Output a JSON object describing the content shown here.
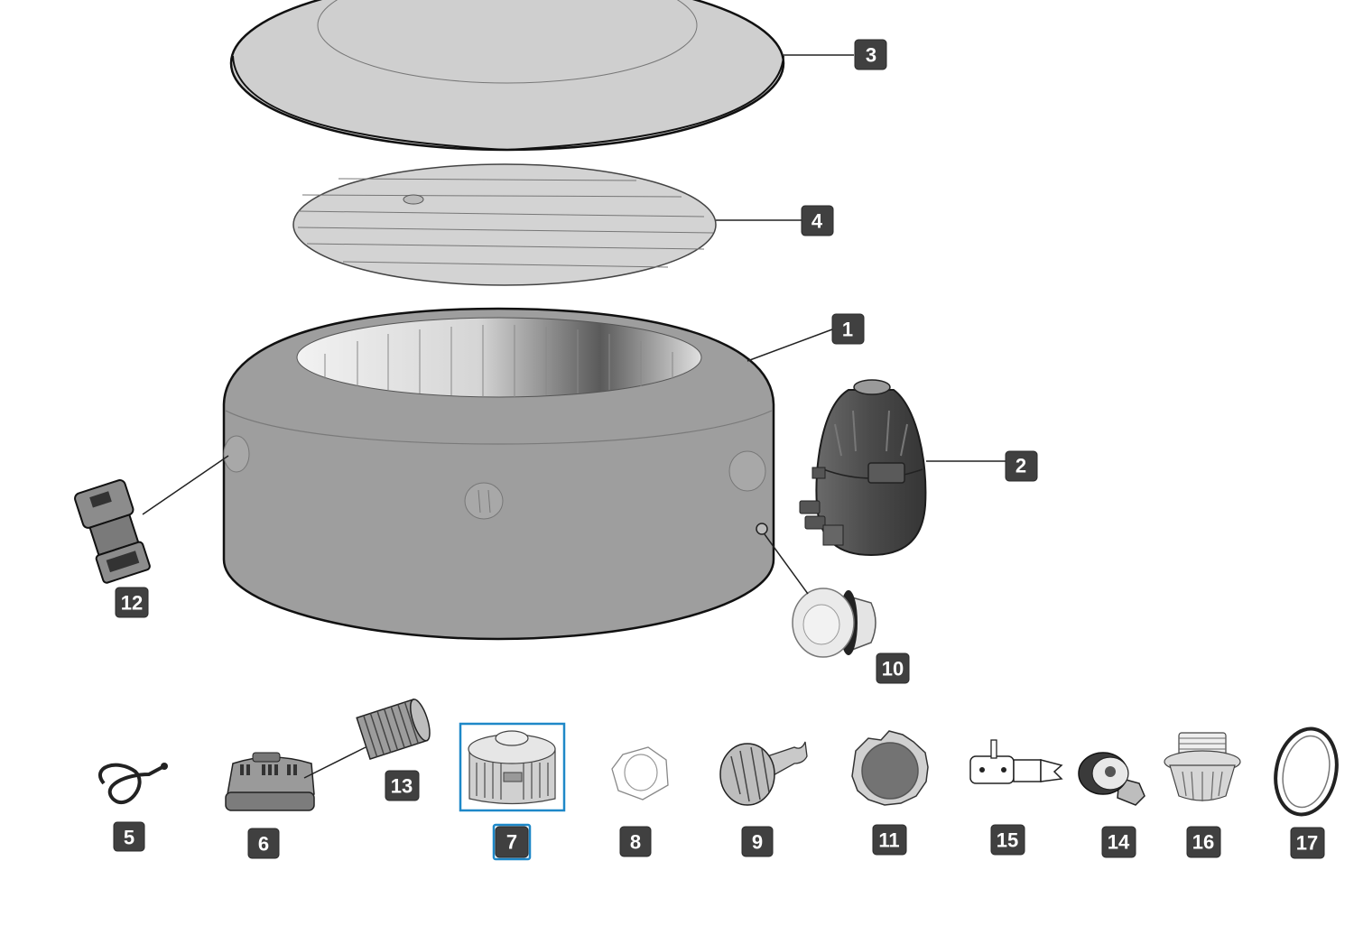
{
  "parts": [
    {
      "id": "lid",
      "label": "3"
    },
    {
      "id": "inner-cover",
      "label": "4"
    },
    {
      "id": "spa-liner",
      "label": "1"
    },
    {
      "id": "pump",
      "label": "2"
    },
    {
      "id": "buckle",
      "label": "12"
    },
    {
      "id": "inflation-valve",
      "label": "10"
    },
    {
      "id": "hose",
      "label": "5"
    },
    {
      "id": "filter-housing",
      "label": "6"
    },
    {
      "id": "filter-cartridge",
      "label": "13"
    },
    {
      "id": "floating-dispenser",
      "label": "7",
      "selected": true
    },
    {
      "id": "strainer-connector",
      "label": "8"
    },
    {
      "id": "drain-plug",
      "label": "9"
    },
    {
      "id": "valve-cap",
      "label": "11"
    },
    {
      "id": "valve-tool",
      "label": "15"
    },
    {
      "id": "drain-adapter",
      "label": "14"
    },
    {
      "id": "strainer",
      "label": "16"
    },
    {
      "id": "o-ring",
      "label": "17"
    }
  ],
  "colors": {
    "badge": "#404040",
    "selection": "#1e88c8",
    "spa": "#9e9e9e",
    "lid": "#cfcfcf"
  }
}
